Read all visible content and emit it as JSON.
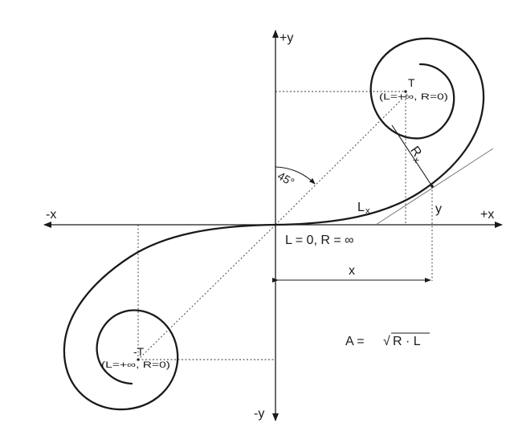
{
  "axes": {
    "pos_y": "+y",
    "neg_y": "-y",
    "pos_x": "+x",
    "neg_x": "-x"
  },
  "points": {
    "end_positive": {
      "name": "T",
      "condition": "(L=+∞, R=0)"
    },
    "end_negative": {
      "name": "-T",
      "condition": "(L=+∞, R=0)"
    },
    "origin_condition": "L = 0, R = ∞"
  },
  "annotations": {
    "angle": "45°",
    "radius": "R",
    "radius_sub": "x",
    "arc_length": "L",
    "arc_length_sub": "x",
    "coord_y": "y",
    "coord_x": "x"
  },
  "formula": {
    "lhs": "A = ",
    "sqrt": "√",
    "radicand": "R · L"
  }
}
